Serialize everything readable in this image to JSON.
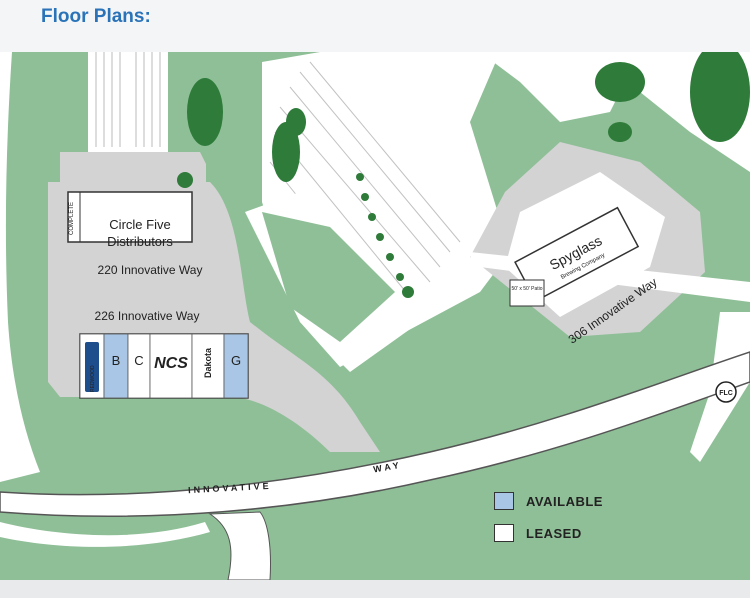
{
  "page": {
    "title": "Floor Plans:"
  },
  "map": {
    "buildings": {
      "circle_five": {
        "address": "220 Innovative Way",
        "tenant_line1": "Circle Five",
        "tenant_line2": "Distributors",
        "logo_text": "COMPLETE"
      },
      "b226": {
        "address": "226 Innovative Way",
        "units": [
          {
            "label": "",
            "status": "leased",
            "logo": "REDWOOD"
          },
          {
            "label": "B",
            "status": "available",
            "logo": ""
          },
          {
            "label": "C",
            "status": "leased",
            "logo": ""
          },
          {
            "label": "",
            "status": "leased",
            "logo": "NCS"
          },
          {
            "label": "",
            "status": "leased",
            "logo": "Dakota"
          },
          {
            "label": "G",
            "status": "available",
            "logo": ""
          }
        ]
      },
      "spyglass": {
        "address": "306 Innovative Way",
        "name": "Spyglass",
        "subname": "Brewing Company",
        "patio": "50' x 50' Patio"
      }
    },
    "road_name_part1": "INNOVATIVE",
    "road_name_part2": "WAY",
    "road_badge": "FLC"
  },
  "legend": {
    "items": [
      {
        "label": "AVAILABLE",
        "status": "available",
        "color": "#a9c6e6"
      },
      {
        "label": "LEASED",
        "status": "leased",
        "color": "#ffffff"
      }
    ]
  },
  "colors": {
    "title": "#2a73b9",
    "grass": "#8fbf97",
    "pavement": "#d3d3d3",
    "tree": "#2e7b3a",
    "available": "#a9c6e6"
  }
}
